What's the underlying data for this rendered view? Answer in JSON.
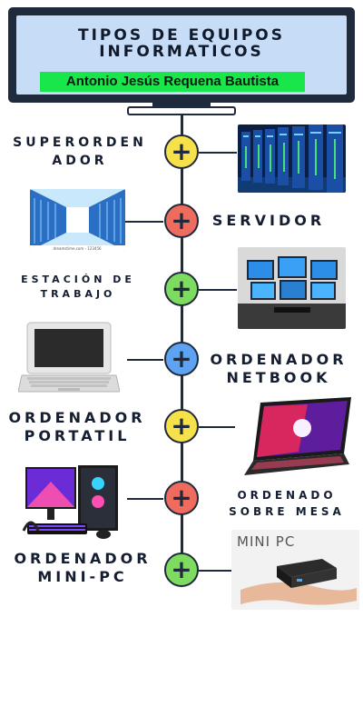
{
  "header": {
    "title_line1": "TIPOS DE EQUIPOS",
    "title_line2": "INFORMATICOS",
    "author": "Antonio Jesús Requena Bautista"
  },
  "items": [
    {
      "label": "SUPERORDEN ADOR",
      "label_lines": [
        "SUPERORDEN",
        "ADOR"
      ],
      "color": "#f7e14a",
      "image_icon": "supercomputer-rack-image"
    },
    {
      "label": "SERVIDOR",
      "label_lines": [
        "SERVIDOR"
      ],
      "color": "#ef6b5d",
      "image_icon": "server-room-image"
    },
    {
      "label": "ESTACIÓN DE TRABAJO",
      "label_lines": [
        "ESTACIÓN DE",
        "TRABAJO"
      ],
      "color": "#7ddc5f",
      "image_icon": "workstation-monitors-image"
    },
    {
      "label": "ORDENADOR NETBOOK",
      "label_lines": [
        "ORDENADOR",
        "NETBOOK"
      ],
      "color": "#5ea3f2",
      "image_icon": "netbook-laptop-image"
    },
    {
      "label": "ORDENADOR PORTATIL",
      "label_lines": [
        "ORDENADOR",
        "PORTATIL"
      ],
      "color": "#f7e14a",
      "image_icon": "gaming-laptop-image"
    },
    {
      "label": "ORDENADO SOBRE MESA",
      "label_lines": [
        "ORDENADO",
        "SOBRE MESA"
      ],
      "color": "#ef6b5d",
      "image_icon": "desktop-pc-image"
    },
    {
      "label": "ORDENADOR MINI-PC",
      "label_lines": [
        "ORDENADOR",
        "MINI-PC"
      ],
      "color": "#7ddc5f",
      "image_icon": "mini-pc-image"
    }
  ],
  "node_symbol": "+",
  "images": {
    "server_caption": "dreamstime.com - 123456",
    "minipc_caption": "MINI PC"
  }
}
